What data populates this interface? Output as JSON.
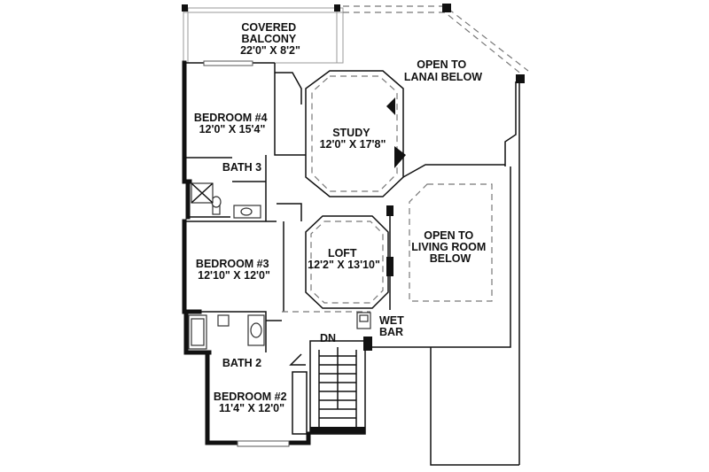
{
  "plan": {
    "rooms": {
      "covered_balcony": {
        "name": "COVERED\nBALCONY",
        "dims": "22'0\" X 8'2\""
      },
      "open_lanai": {
        "name": "OPEN TO\nLANAI BELOW"
      },
      "bedroom4": {
        "name": "BEDROOM #4",
        "dims": "12'0\" X 15'4\""
      },
      "study": {
        "name": "STUDY",
        "dims": "12'0\" X 17'8\""
      },
      "bath3": {
        "name": "BATH 3"
      },
      "open_living": {
        "name": "OPEN TO\nLIVING ROOM\nBELOW"
      },
      "loft": {
        "name": "LOFT",
        "dims": "12'2\" X 13'10\""
      },
      "bedroom3": {
        "name": "BEDROOM #3",
        "dims": "12'10\" X 12'0\""
      },
      "wet_bar": {
        "name": "WET\nBAR"
      },
      "dn": {
        "name": "DN"
      },
      "bath2": {
        "name": "BATH 2"
      },
      "bedroom2": {
        "name": "BEDROOM #2",
        "dims": "11'4\" X 12'0\""
      }
    }
  }
}
